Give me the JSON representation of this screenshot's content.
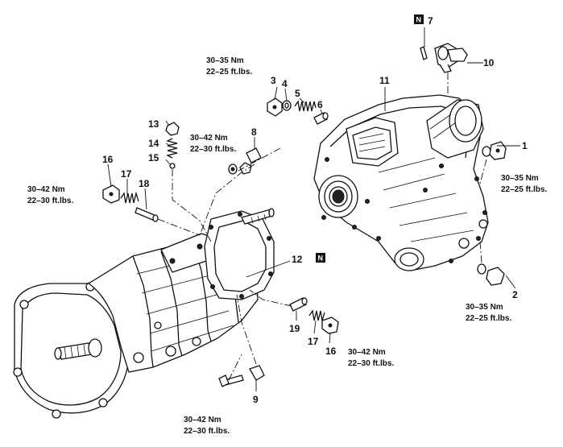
{
  "labels": {
    "n1": "1",
    "n2": "2",
    "n3": "3",
    "n4": "4",
    "n5": "5",
    "n6": "6",
    "n7": "7",
    "n8": "8",
    "n9": "9",
    "n10": "10",
    "n11": "11",
    "n12": "12",
    "n13": "13",
    "n14": "14",
    "n15": "15",
    "n16a": "16",
    "n16b": "16",
    "n17a": "17",
    "n17b": "17",
    "n18": "18",
    "n19": "19"
  },
  "badges": {
    "b7": "N",
    "b12": "N"
  },
  "torques": {
    "t3": {
      "nm": "30–35 Nm",
      "ft": "22–25 ft.lbs."
    },
    "t8": {
      "nm": "30–42 Nm",
      "ft": "22–30 ft.lbs."
    },
    "t16a": {
      "nm": "30–42 Nm",
      "ft": "22–30 ft.lbs."
    },
    "t1": {
      "nm": "30–35 Nm",
      "ft": "22–25 ft.lbs."
    },
    "t2": {
      "nm": "30–35 Nm",
      "ft": "22–25 ft.lbs."
    },
    "t16b": {
      "nm": "30–42 Nm",
      "ft": "22–30 ft.lbs."
    },
    "t9": {
      "nm": "30–42 Nm",
      "ft": "22–30 ft.lbs."
    }
  }
}
